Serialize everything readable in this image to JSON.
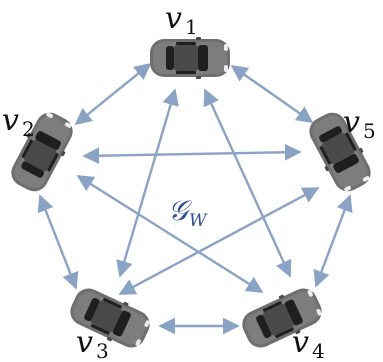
{
  "graph": {
    "label": "𝒢",
    "label_sub": "W",
    "label_color": "#2f4e8c",
    "edge_color": "#8aa2c4"
  },
  "vehicles": [
    {
      "id": "v1",
      "label_main": "v",
      "label_sub": "1"
    },
    {
      "id": "v2",
      "label_main": "v",
      "label_sub": "2"
    },
    {
      "id": "v3",
      "label_main": "v",
      "label_sub": "3"
    },
    {
      "id": "v4",
      "label_main": "v",
      "label_sub": "4"
    },
    {
      "id": "v5",
      "label_main": "v",
      "label_sub": "5"
    }
  ],
  "edges": [
    [
      "v1",
      "v2"
    ],
    [
      "v1",
      "v3"
    ],
    [
      "v1",
      "v4"
    ],
    [
      "v1",
      "v5"
    ],
    [
      "v2",
      "v3"
    ],
    [
      "v2",
      "v4"
    ],
    [
      "v2",
      "v5"
    ],
    [
      "v3",
      "v4"
    ],
    [
      "v3",
      "v5"
    ],
    [
      "v4",
      "v5"
    ]
  ],
  "car_colors": {
    "body": "#6f6f6f",
    "roof": "#4a4a4a",
    "glass": "#1f1f1f",
    "light": "#ececec"
  }
}
